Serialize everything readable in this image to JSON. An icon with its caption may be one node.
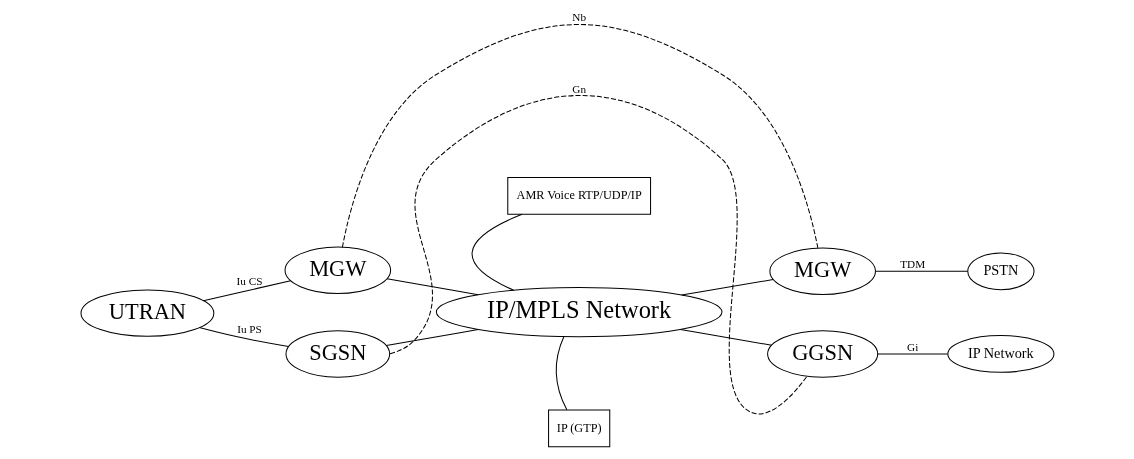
{
  "diagram": {
    "nodes": [
      {
        "text": [
          "UTRAN"
        ]
      },
      {
        "text": [
          "MGW"
        ]
      },
      {
        "text": [
          "SGSN"
        ]
      },
      {
        "text": [
          "IP/MPLS Network"
        ]
      },
      {
        "text": [
          "MGW"
        ]
      },
      {
        "text": [
          "PSTN"
        ]
      },
      {
        "text": [
          "GGSN"
        ]
      },
      {
        "text": [
          "IP Network"
        ]
      },
      {
        "text": [
          "AMR Voice RTP/UDP/IP"
        ]
      },
      {
        "text": [
          "IP (GTP)"
        ]
      }
    ],
    "edges": [
      {
        "from": 0,
        "to": 1,
        "arrow": "none",
        "label": "Iu CS"
      },
      {
        "from": 0,
        "to": 2,
        "arrow": "none",
        "label": "Iu PS"
      },
      {
        "from": 1,
        "to": 3,
        "arrow": "none"
      },
      {
        "from": 2,
        "to": 3,
        "arrow": "none"
      },
      {
        "from": 1,
        "to": 4,
        "arrow": "none",
        "label": "Nb",
        "style": "dashed"
      },
      {
        "from": 2,
        "to": 6,
        "arrow": "none",
        "label": "Gn",
        "style": "dashed"
      },
      {
        "from": 3,
        "to": 4,
        "arrow": "none"
      },
      {
        "from": 3,
        "to": 6,
        "arrow": "none"
      },
      {
        "from": 4,
        "to": 5,
        "arrow": "none",
        "label": "TDM"
      },
      {
        "from": 6,
        "to": 7,
        "arrow": "none",
        "label": "Gi"
      },
      {
        "from": 8,
        "to": 3,
        "arrow": "none"
      },
      {
        "from": 9,
        "to": 3,
        "arrow": "none"
      }
    ]
  }
}
